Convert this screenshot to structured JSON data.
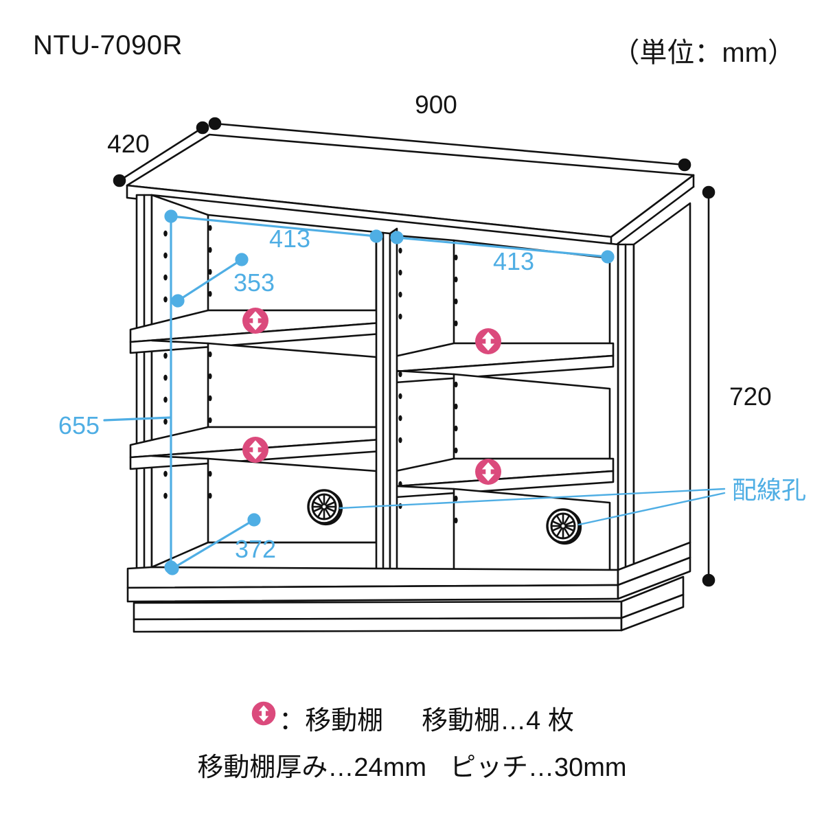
{
  "header": {
    "model_no": "NTU-7090R",
    "unit_note": "（単位：mm）"
  },
  "colors": {
    "line": "#111111",
    "dimension_blue": "#4FAEE4",
    "shelf_marker_pink": "#DB4A7C",
    "background": "#FFFFFF"
  },
  "dimensions": {
    "overall_width": "900",
    "overall_depth": "420",
    "overall_height": "720",
    "top_left_opening_width": "413",
    "top_right_opening_width": "413",
    "top_left_opening_depth": "353",
    "inner_height": "655",
    "bottom_opening_depth": "372"
  },
  "annotations": {
    "wiring_hole_label": "配線孔"
  },
  "icons": {
    "shelf_marker": "adjustable-shelf-marker",
    "wiring_hole": "cable-grommet"
  },
  "legend": {
    "row1_symbol_colon": "：",
    "row1_symbol_text": "移動棚",
    "row1_count_text": "移動棚…4 枚",
    "row2_thickness_text": "移動棚厚み…24mm",
    "row2_pitch_text": "ピッチ…30mm"
  },
  "chart_data": {
    "type": "diagram",
    "title": "NTU-7090R",
    "subtitle": "（単位：mm）",
    "object": "two-column open shelf cabinet (isometric technical drawing)",
    "unit": "mm",
    "measurements": [
      {
        "label": "900",
        "meaning": "overall width",
        "value": 900,
        "orientation": "top-horizontal",
        "color": "#111111"
      },
      {
        "label": "420",
        "meaning": "overall depth",
        "value": 420,
        "orientation": "top-left-diagonal",
        "color": "#111111"
      },
      {
        "label": "720",
        "meaning": "overall height",
        "value": 720,
        "orientation": "right-vertical",
        "color": "#111111"
      },
      {
        "label": "413",
        "meaning": "left bay inner width",
        "value": 413,
        "orientation": "horizontal",
        "color": "#4FAEE4"
      },
      {
        "label": "413",
        "meaning": "right bay inner width",
        "value": 413,
        "orientation": "horizontal",
        "color": "#4FAEE4"
      },
      {
        "label": "353",
        "meaning": "upper shelf inner depth",
        "value": 353,
        "orientation": "diagonal",
        "color": "#4FAEE4"
      },
      {
        "label": "655",
        "meaning": "total inner height",
        "value": 655,
        "orientation": "vertical",
        "color": "#4FAEE4"
      },
      {
        "label": "372",
        "meaning": "bottom inner depth",
        "value": 372,
        "orientation": "diagonal",
        "color": "#4FAEE4"
      }
    ],
    "features": {
      "bays": 2,
      "rows": 3,
      "adjustable_shelves": 4,
      "adjustable_shelf_thickness_mm": 24,
      "shelf_pitch_mm": 30,
      "wiring_holes": 2
    }
  }
}
